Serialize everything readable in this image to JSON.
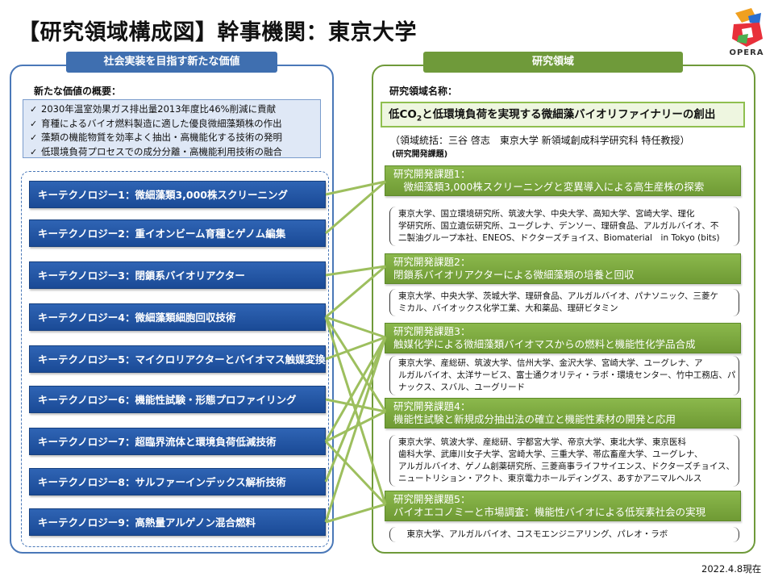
{
  "title": "【研究領域構成図】幹事機関：東京大学",
  "logo": {
    "text": "OPERA"
  },
  "left": {
    "header": "社会実装を目指す新たな価値",
    "overview_label": "新たな価値の概要：",
    "overview_items": [
      "2030年温室効果ガス排出量2013年度比46%削減に貢献",
      "育種によるバイオ燃料製造に適した優良微細藻類株の作出",
      "藻類の機能物質を効率よく抽出・高機能化する技術の発明",
      "低環境負荷プロセスでの成分分離・高機能利用技術の融合"
    ],
    "key_technologies": [
      "キーテクノロジー1：微細藻類3,000株スクリーニング",
      "キーテクノロジー2：重イオンビーム育種とゲノム編集",
      "キーテクノロジー3：閉鎖系バイオリアクター",
      "キーテクノロジー4：微細藻類細胞回収技術",
      "キーテクノロジー5：マイクロリアクターとバイオマス触媒変換",
      "キーテクノロジー6：機能性試験・形態プロファイリング",
      "キーテクノロジー7：超臨界流体と環境負荷低減技術",
      "キーテクノロジー8：サルファーインデックス解析技術",
      "キーテクノロジー9：高熱量アルゲノン混合燃料"
    ]
  },
  "right": {
    "header": "研究領域",
    "name_label": "研究領域名称：",
    "name_pre": "低CO",
    "name_sub": "2",
    "name_post": "と低環境負荷を実現する微細藻バイオリファイナリーの創出",
    "leader": "（領域統括：三谷 啓志　東京大学 新領域創成科学研究科 特任教授）",
    "subtitle": "(研究開発課題)",
    "topics": [
      {
        "title": "研究開発課題1：",
        "desc": "　微細藻類3,000株スクリーニングと変異導入による高生産株の探索",
        "institutions": [
          "東京大学、国立環境研究所、筑波大学、中央大学、高知大学、宮崎大学、理化",
          "学研究所、国立遺伝研究所、ユーグレナ、デンソー、理研食品、アルガルバイオ、不",
          "二製油グループ本社、ENEOS、ドクターズチョイス、Biomaterial　in Tokyo (bits)"
        ]
      },
      {
        "title": "研究開発課題2：",
        "desc": "閉鎖系バイオリアクターによる微細藻類の培養と回収",
        "institutions": [
          "東京大学、中央大学、茨城大学、理研食品、アルガルバイオ、パナソニック、三菱ケ",
          "ミカル、バイオックス化学工業、大和薬品、理研ビタミン"
        ]
      },
      {
        "title": "研究開発課題3：",
        "desc": "触媒化学による微細藻類バイオマスからの燃料と機能性化学品合成",
        "institutions": [
          "東京大学、産総研、筑波大学、信州大学、金沢大学、宮崎大学、ユーグレナ、ア",
          "ルガルバイオ、太洋サービス、富士通クオリティ・ラボ・環境センター、竹中工務店、パ",
          "ナックス、スバル、ユーグリード"
        ]
      },
      {
        "title": "研究開発課題4：",
        "desc": "機能性試験と新規成分抽出法の確立と機能性素材の開発と応用",
        "institutions": [
          "東京大学、筑波大学、産総研、宇都宮大学、帝京大学、東北大学、東京医科",
          "歯科大学、武庫川女子大学、宮崎大学、三重大学、帯広畜産大学、ユーグレナ、",
          "アルガルバイオ、ゲノム創薬研究所、三菱商事ライフサイエンス、ドクターズチョイス、",
          "ニュートリション・アクト、東京電力ホールディングス、あすかアニマルヘルス"
        ]
      },
      {
        "title": "研究開発課題5：",
        "desc": "バイオエコノミーと市場調査：機能性バイオによる低炭素社会の実現",
        "institutions": [
          "　東京大学、アルガルバイオ、コスモエンジニアリング、パレオ・ラボ"
        ]
      }
    ]
  },
  "date": "2022.4.8現在",
  "colors": {
    "left_accent": "#3f6fb0",
    "right_accent": "#6f9a3a",
    "connector": "#9dbf5e"
  }
}
